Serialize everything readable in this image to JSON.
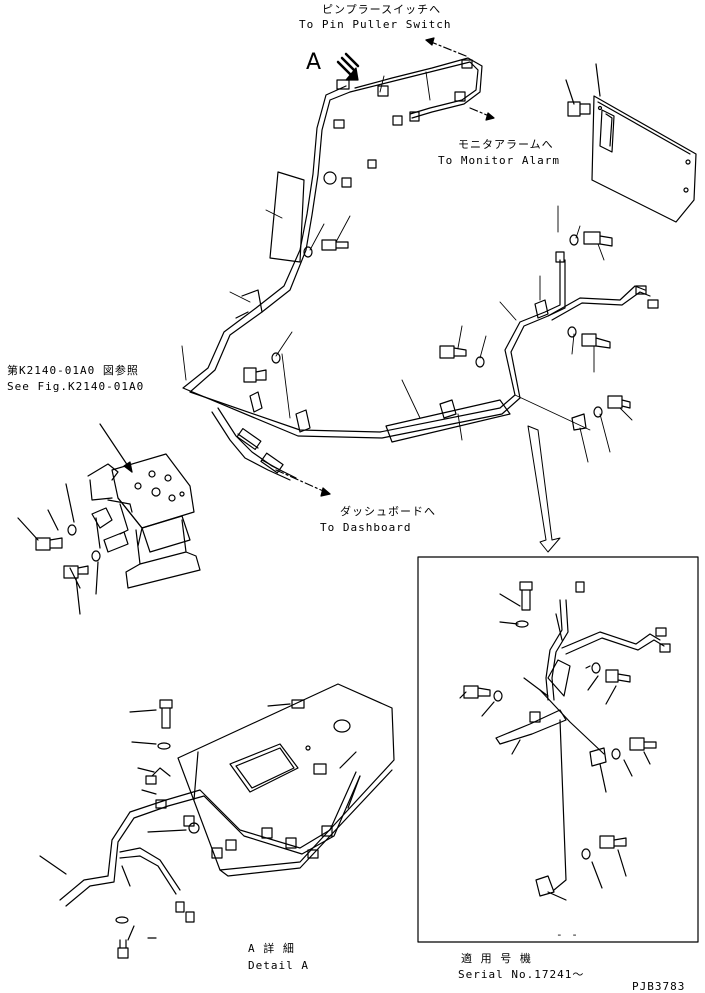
{
  "labels": {
    "pin_puller_jp": "ピンプラースイッチへ",
    "pin_puller_en": "To Pin Puller Switch",
    "monitor_alarm_jp": "モニタアラームへ",
    "monitor_alarm_en": "To Monitor Alarm",
    "see_fig_jp": "第K2140-01A0 図参照",
    "see_fig_en": "See Fig.K2140-01A0",
    "dashboard_jp": "ダッシュボードへ",
    "dashboard_en": "To Dashboard",
    "view_letter": "A",
    "detail_jp": "A 詳 細",
    "detail_en": "Detail A",
    "serial_jp": "適 用 号 機",
    "serial_en": "Serial No.17241～",
    "drawing_no": "PJB3783",
    "inset_dash": "- -"
  }
}
